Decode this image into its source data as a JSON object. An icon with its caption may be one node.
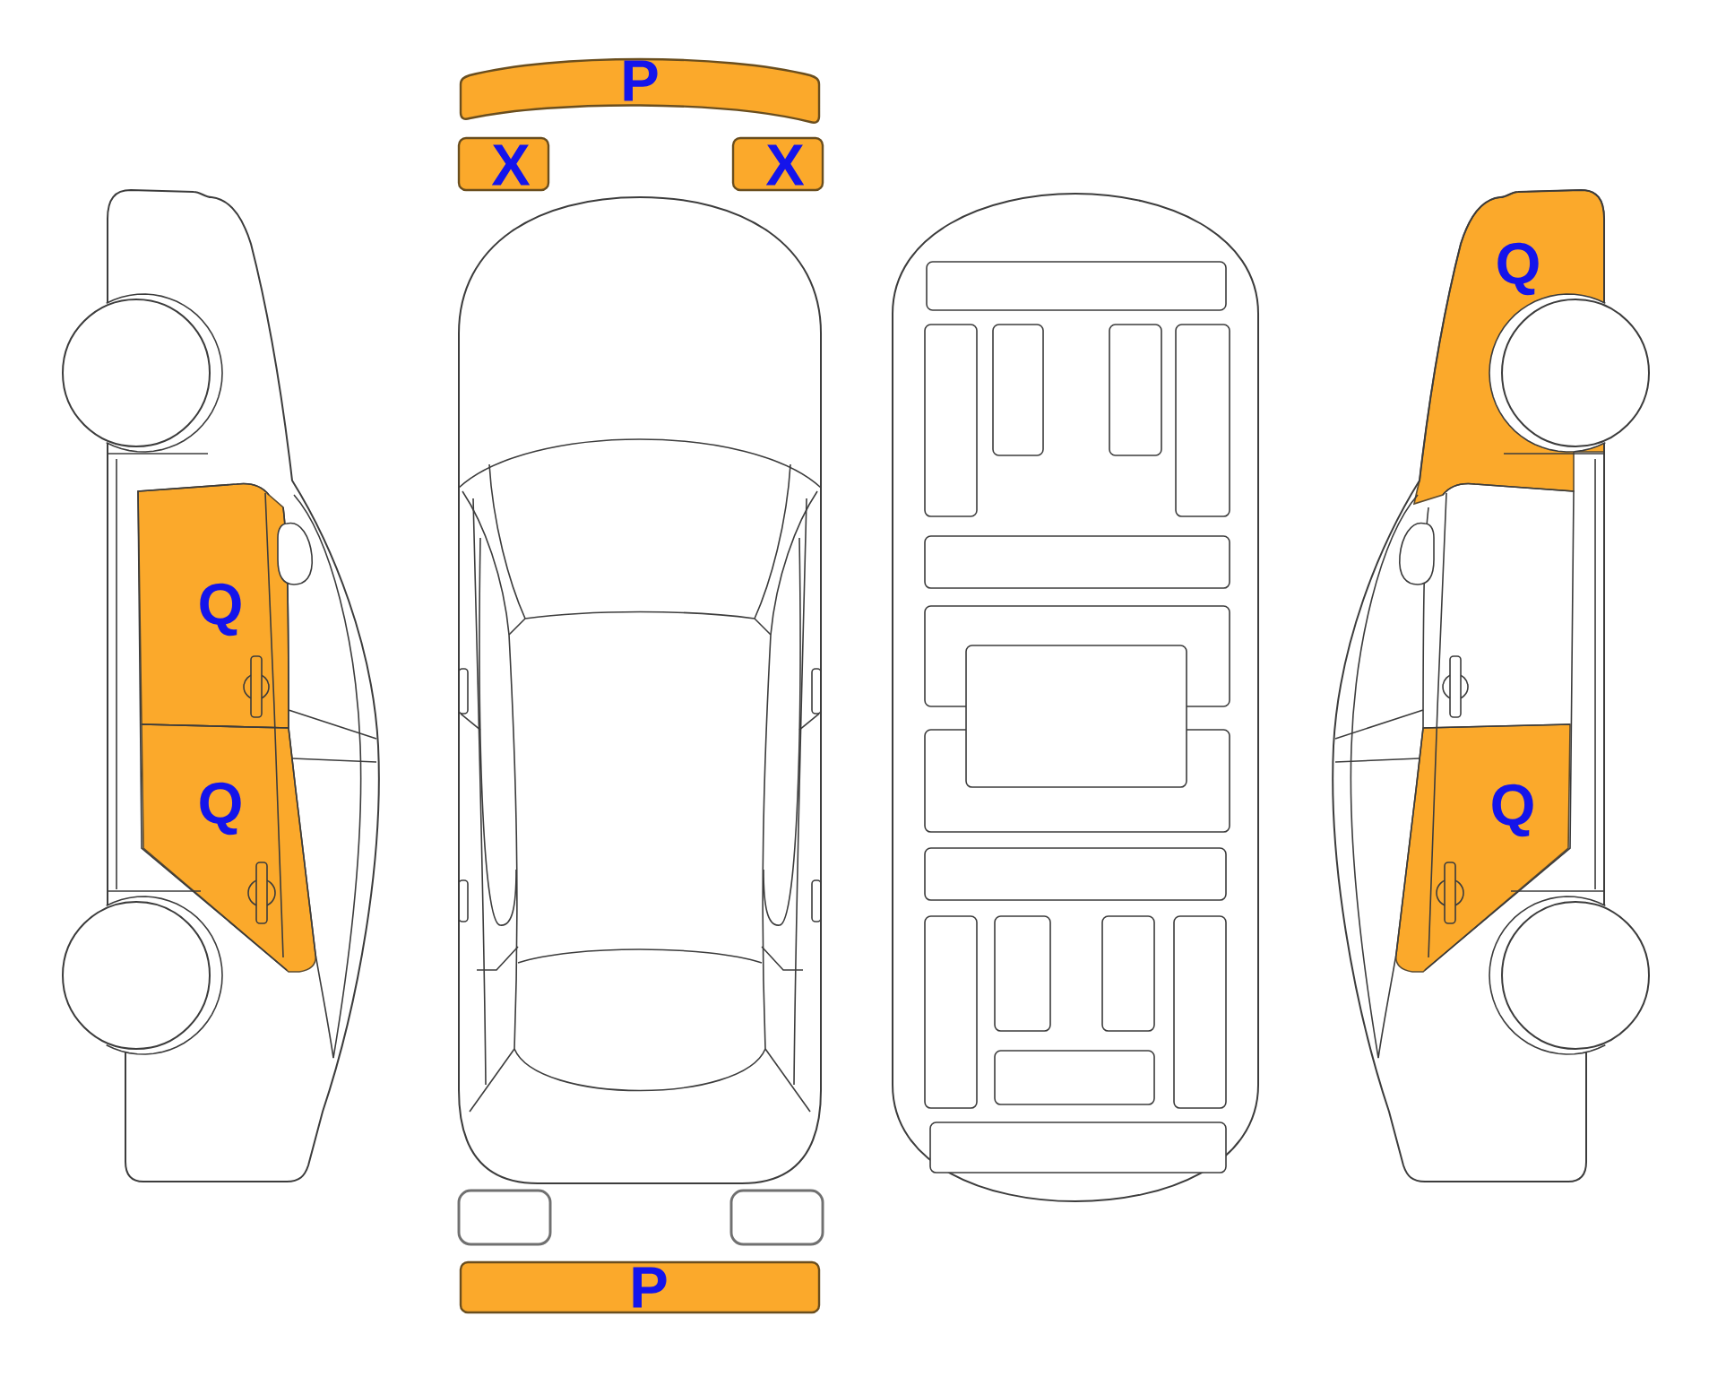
{
  "diagram": {
    "nodes": [
      {
        "text": [
          "P"
        ]
      },
      {
        "text": [
          "X"
        ]
      },
      {
        "text": [
          "X"
        ]
      },
      {
        "text": [
          "Q"
        ]
      },
      {
        "text": [
          "Q"
        ]
      },
      {
        "text": [
          "Q"
        ]
      },
      {
        "text": [
          "Q"
        ]
      },
      {
        "text": [],
        "shape": "box"
      },
      {
        "text": [],
        "shape": "box"
      },
      {
        "text": [
          "P"
        ]
      }
    ]
  }
}
